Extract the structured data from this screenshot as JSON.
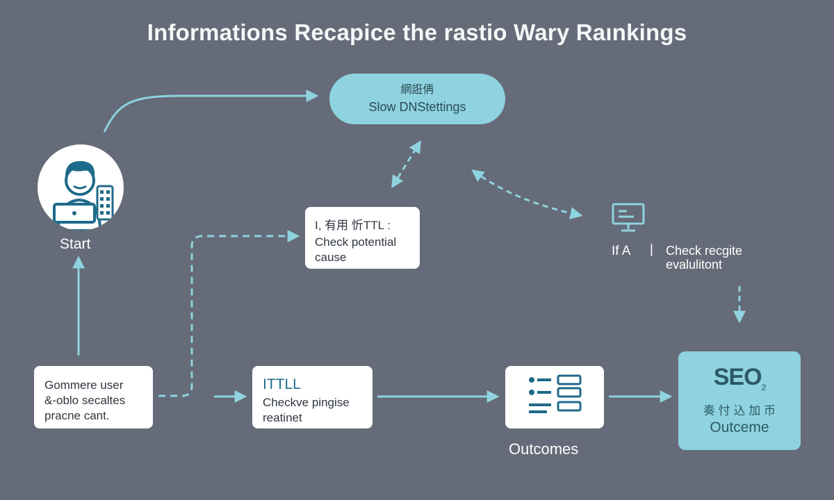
{
  "title": "Informations Recapice the rastio Wary Raınkings",
  "top_node": {
    "cjk": "網誑侢",
    "label": "Slow DNStettings"
  },
  "start": {
    "label": "Start"
  },
  "check_node": {
    "line1": "I, 有用 忻TTL :",
    "line2": "Check potential",
    "line3": "cause"
  },
  "monitor_node": {
    "if_label": "If A",
    "separator": "|",
    "line1": "Check recgite",
    "line2": "evalulitont"
  },
  "left_box": {
    "line1": "Gommere user",
    "line2": "&-oblo secaltes",
    "line3": "pracne cant."
  },
  "ittl_box": {
    "line1": "ITTLL",
    "line2": "Checkve pingise",
    "line3": "reatinet"
  },
  "outcomes": {
    "label": "Outcomes"
  },
  "seo_box": {
    "logo": "SEO",
    "sub": "2",
    "cjk": "奏 忖 込 加 币",
    "label": "Outceme"
  },
  "colors": {
    "background": "#656b78",
    "accent": "#8ed3df",
    "dark_icon": "#1e6a8a"
  }
}
